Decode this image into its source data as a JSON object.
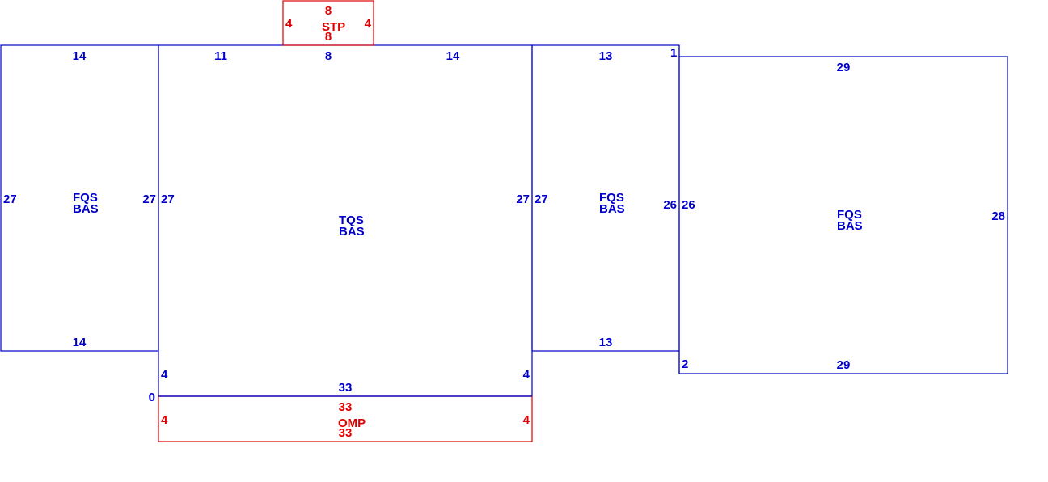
{
  "colors": {
    "main": "#0000c8",
    "accent": "#e00000"
  },
  "panels": {
    "left": {
      "top": "14",
      "bottom": "14",
      "left": "27",
      "right": "27",
      "label1": "FQS",
      "label2": "BAS"
    },
    "center": {
      "top_a": "11",
      "top_b": "8",
      "top_c": "14",
      "left": "27",
      "right": "27",
      "bottom": "33",
      "bl": "4",
      "br": "4",
      "corner": "0",
      "label1": "TQS",
      "label2": "BAS"
    },
    "mid": {
      "top": "13",
      "bottom": "13",
      "left": "27",
      "right": "26",
      "label1": "FQS",
      "label2": "BAS"
    },
    "right": {
      "corner_top": "1",
      "corner_bottom": "2",
      "top": "29",
      "bottom": "29",
      "left": "26",
      "right": "28",
      "label1": "FQS",
      "label2": "BAS"
    },
    "stp": {
      "top": "8",
      "bottom": "8",
      "left": "4",
      "right": "4",
      "label": "STP"
    },
    "omp": {
      "top": "33",
      "bottom": "33",
      "left": "4",
      "right": "4",
      "label": "OMP"
    }
  }
}
